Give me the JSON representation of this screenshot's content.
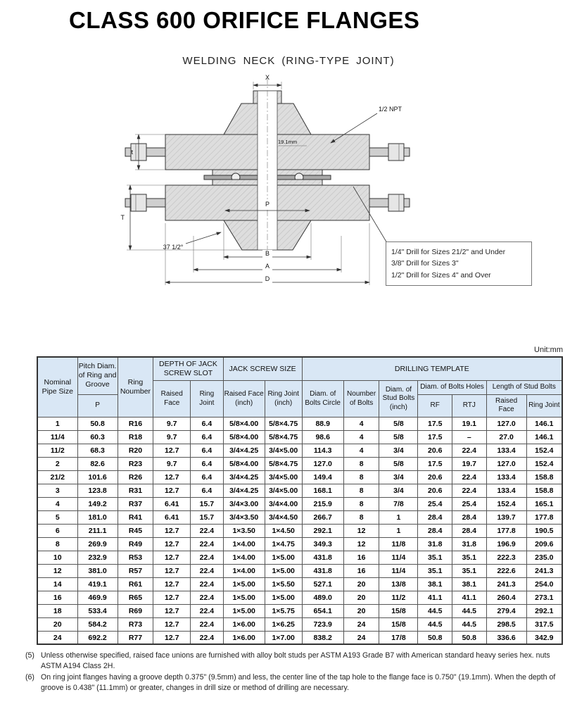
{
  "page": {
    "title": "CLASS 600 ORIFICE FLANGES",
    "subtitle": "WELDING NECK (RING-TYPE JOINT)",
    "unit_label": "Unit:mm"
  },
  "drawing": {
    "labels": {
      "x": "X",
      "t": "t",
      "T": "T",
      "p": "P",
      "b": "B",
      "a": "A",
      "d": "D",
      "npt": "1/2 NPT",
      "tap_offset": "19.1mm",
      "angle": "37 1/2°"
    },
    "note_lines": [
      "1/4\" Drill for Sizes 21/2\" and Under",
      "3/8\" Drill for Sizes 3\"",
      "1/2\" Drill for Sizes 4\" and Over"
    ]
  },
  "table": {
    "headers": {
      "nominal": "Nominal Pipe Size",
      "pitch": "Pitch Diam. of Ring and Groove",
      "pitch_sym": "P",
      "ring_number": "Ring Noumber",
      "depth_group": "DEPTH OF JACK SCREW SLOT",
      "depth_rf": "Raised Face",
      "depth_rj": "Ring Joint",
      "screw_group": "JACK SCREW SIZE",
      "screw_rf": "Raised Face (inch)",
      "screw_rj": "Ring Joint (inch)",
      "drill_group": "DRILLING TEMPLATE",
      "bolt_circle": "Diam. of Bolts Circle",
      "bolt_count": "Noumber of Bolts",
      "stud_diam": "Diam. of Stud Bolts (inch)",
      "holes_group": "Diam. of Bolts Holes",
      "holes_rf": "RF",
      "holes_rtj": "RTJ",
      "length_group": "Length of Stud Bolts",
      "length_rf": "Raised Face",
      "length_rj": "Ring Joint"
    },
    "rows": [
      [
        "1",
        "50.8",
        "R16",
        "9.7",
        "6.4",
        "5/8×4.00",
        "5/8×4.75",
        "88.9",
        "4",
        "5/8",
        "17.5",
        "19.1",
        "127.0",
        "146.1"
      ],
      [
        "11/4",
        "60.3",
        "R18",
        "9.7",
        "6.4",
        "5/8×4.00",
        "5/8×4.75",
        "98.6",
        "4",
        "5/8",
        "17.5",
        "–",
        "27.0",
        "146.1"
      ],
      [
        "11/2",
        "68.3",
        "R20",
        "12.7",
        "6.4",
        "3/4×4.25",
        "3/4×5.00",
        "114.3",
        "4",
        "3/4",
        "20.6",
        "22.4",
        "133.4",
        "152.4"
      ],
      [
        "2",
        "82.6",
        "R23",
        "9.7",
        "6.4",
        "5/8×4.00",
        "5/8×4.75",
        "127.0",
        "8",
        "5/8",
        "17.5",
        "19.7",
        "127.0",
        "152.4"
      ],
      [
        "21/2",
        "101.6",
        "R26",
        "12.7",
        "6.4",
        "3/4×4.25",
        "3/4×5.00",
        "149.4",
        "8",
        "3/4",
        "20.6",
        "22.4",
        "133.4",
        "158.8"
      ],
      [
        "3",
        "123.8",
        "R31",
        "12.7",
        "6.4",
        "3/4×4.25",
        "3/4×5.00",
        "168.1",
        "8",
        "3/4",
        "20.6",
        "22.4",
        "133.4",
        "158.8"
      ],
      [
        "4",
        "149.2",
        "R37",
        "6.41",
        "15.7",
        "3/4×3.00",
        "3/4×4.00",
        "215.9",
        "8",
        "7/8",
        "25.4",
        "25.4",
        "152.4",
        "165.1"
      ],
      [
        "5",
        "181.0",
        "R41",
        "6.41",
        "15.7",
        "3/4×3.50",
        "3/4×4.50",
        "266.7",
        "8",
        "1",
        "28.4",
        "28.4",
        "139.7",
        "177.8"
      ],
      [
        "6",
        "211.1",
        "R45",
        "12.7",
        "22.4",
        "1×3.50",
        "1×4.50",
        "292.1",
        "12",
        "1",
        "28.4",
        "28.4",
        "177.8",
        "190.5"
      ],
      [
        "8",
        "269.9",
        "R49",
        "12.7",
        "22.4",
        "1×4.00",
        "1×4.75",
        "349.3",
        "12",
        "11/8",
        "31.8",
        "31.8",
        "196.9",
        "209.6"
      ],
      [
        "10",
        "232.9",
        "R53",
        "12.7",
        "22.4",
        "1×4.00",
        "1×5.00",
        "431.8",
        "16",
        "11/4",
        "35.1",
        "35.1",
        "222.3",
        "235.0"
      ],
      [
        "12",
        "381.0",
        "R57",
        "12.7",
        "22.4",
        "1×4.00",
        "1×5.00",
        "431.8",
        "16",
        "11/4",
        "35.1",
        "35.1",
        "222.6",
        "241.3"
      ],
      [
        "14",
        "419.1",
        "R61",
        "12.7",
        "22.4",
        "1×5.00",
        "1×5.50",
        "527.1",
        "20",
        "13/8",
        "38.1",
        "38.1",
        "241.3",
        "254.0"
      ],
      [
        "16",
        "469.9",
        "R65",
        "12.7",
        "22.4",
        "1×5.00",
        "1×5.00",
        "489.0",
        "20",
        "11/2",
        "41.1",
        "41.1",
        "260.4",
        "273.1"
      ],
      [
        "18",
        "533.4",
        "R69",
        "12.7",
        "22.4",
        "1×5.00",
        "1×5.75",
        "654.1",
        "20",
        "15/8",
        "44.5",
        "44.5",
        "279.4",
        "292.1"
      ],
      [
        "20",
        "584.2",
        "R73",
        "12.7",
        "22.4",
        "1×6.00",
        "1×6.25",
        "723.9",
        "24",
        "15/8",
        "44.5",
        "44.5",
        "298.5",
        "317.5"
      ],
      [
        "24",
        "692.2",
        "R77",
        "12.7",
        "22.4",
        "1×6.00",
        "1×7.00",
        "838.2",
        "24",
        "17/8",
        "50.8",
        "50.8",
        "336.6",
        "342.9"
      ]
    ]
  },
  "footnotes": [
    {
      "num": "(5)",
      "text": "Unless otherwise specified, raised face unions are furnished with alloy bolt studs per ASTM A193 Grade B7 with American standard heavy series hex. nuts ASTM A194 Class 2H."
    },
    {
      "num": "(6)",
      "text": "On ring joint flanges having a groove depth 0.375\" (9.5mm) and less, the center line of the tap hole to the flange face is 0.750\" (19.1mm). When the depth of groove is 0.438\" (11.1mm) or greater, changes in drill size or method of drilling are necessary."
    }
  ]
}
